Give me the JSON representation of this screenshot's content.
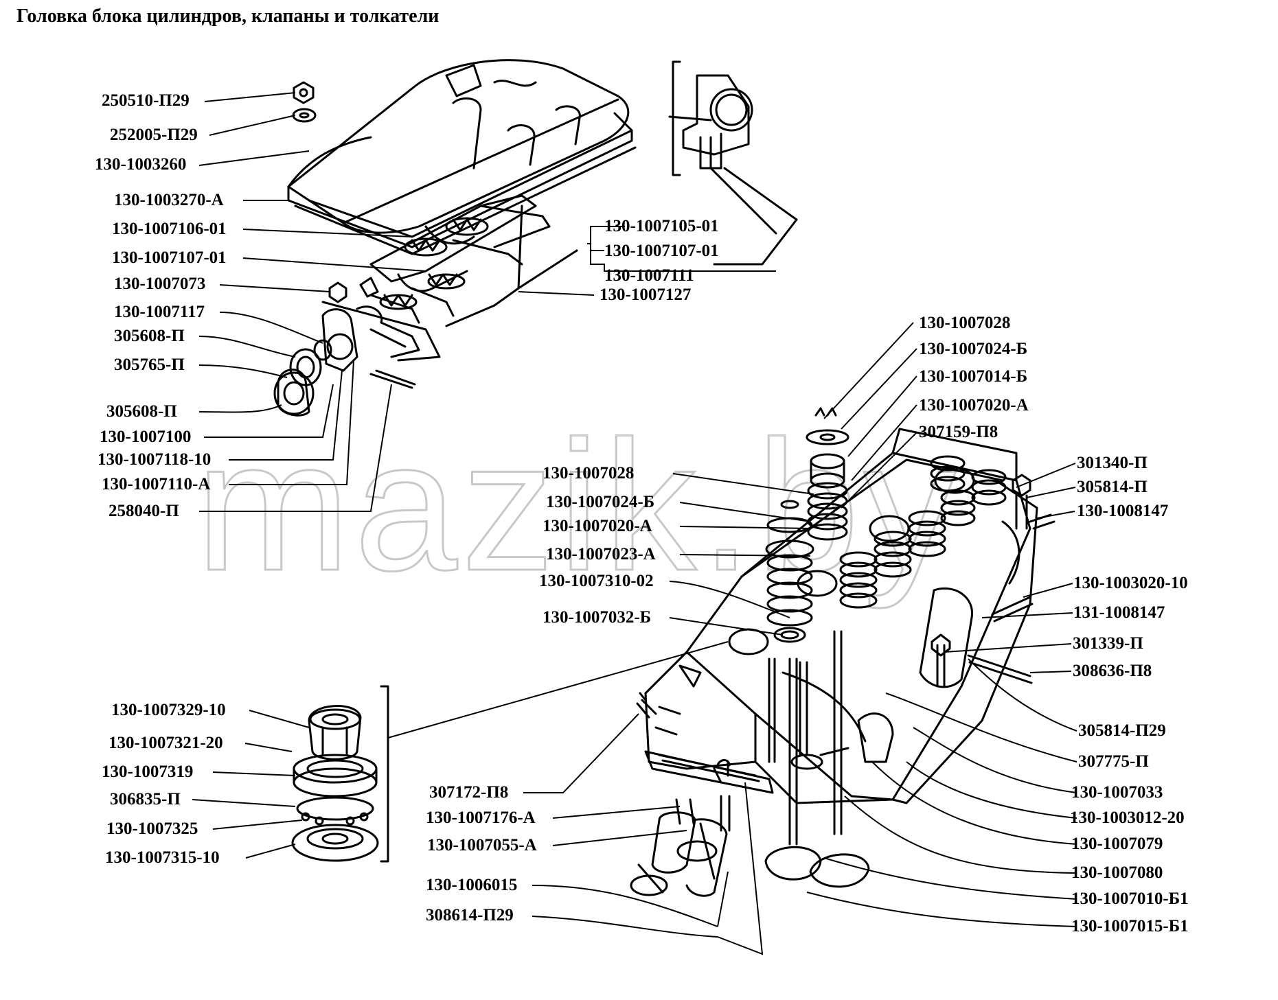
{
  "title": "Головка блока цилиндров, клапаны и толкатели",
  "watermark": "mazik.by",
  "labels": {
    "l01": "250510-П29",
    "l02": "252005-П29",
    "l03": "130-1003260",
    "l04": "130-1003270-А",
    "l05": "130-1007106-01",
    "l06": "130-1007107-01",
    "l07": "130-1007073",
    "l08": "130-1007117",
    "l09": "305608-П",
    "l10": "305765-П",
    "l11": "305608-П",
    "l12": "130-1007100",
    "l13": "130-1007118-10",
    "l14": "130-1007110-А",
    "l15": "258040-П",
    "l16": "130-1007105-01",
    "l17": "130-1007107-01",
    "l18": "130-1007111",
    "l19": "130-1007127",
    "l20": "130-1007028",
    "l21": "130-1007024-Б",
    "l22": "130-1007014-Б",
    "l23": "130-1007020-А",
    "l24": "307159-П8",
    "l25": "130-1007028",
    "l26": "130-1007024-Б",
    "l27": "130-1007020-А",
    "l28": "130-1007023-А",
    "l29": "130-1007310-02",
    "l30": "130-1007032-Б",
    "l31": "301340-П",
    "l32": "305814-П",
    "l33": "130-1008147",
    "l34": "130-1003020-10",
    "l35": "131-1008147",
    "l36": "301339-П",
    "l37": "308636-П8",
    "l38": "305814-П29",
    "l39": "307775-П",
    "l40": "130-1007033",
    "l41": "130-1003012-20",
    "l42": "130-1007079",
    "l43": "130-1007080",
    "l44": "130-1007010-Б1",
    "l45": "130-1007015-Б1",
    "l46": "130-1007329-10",
    "l47": "130-1007321-20",
    "l48": "130-1007319",
    "l49": "306835-П",
    "l50": "130-1007325",
    "l51": "130-1007315-10",
    "l52": "307172-П8",
    "l53": "130-1007176-А",
    "l54": "130-1007055-А",
    "l55": "130-1006015",
    "l56": "308614-П29"
  }
}
